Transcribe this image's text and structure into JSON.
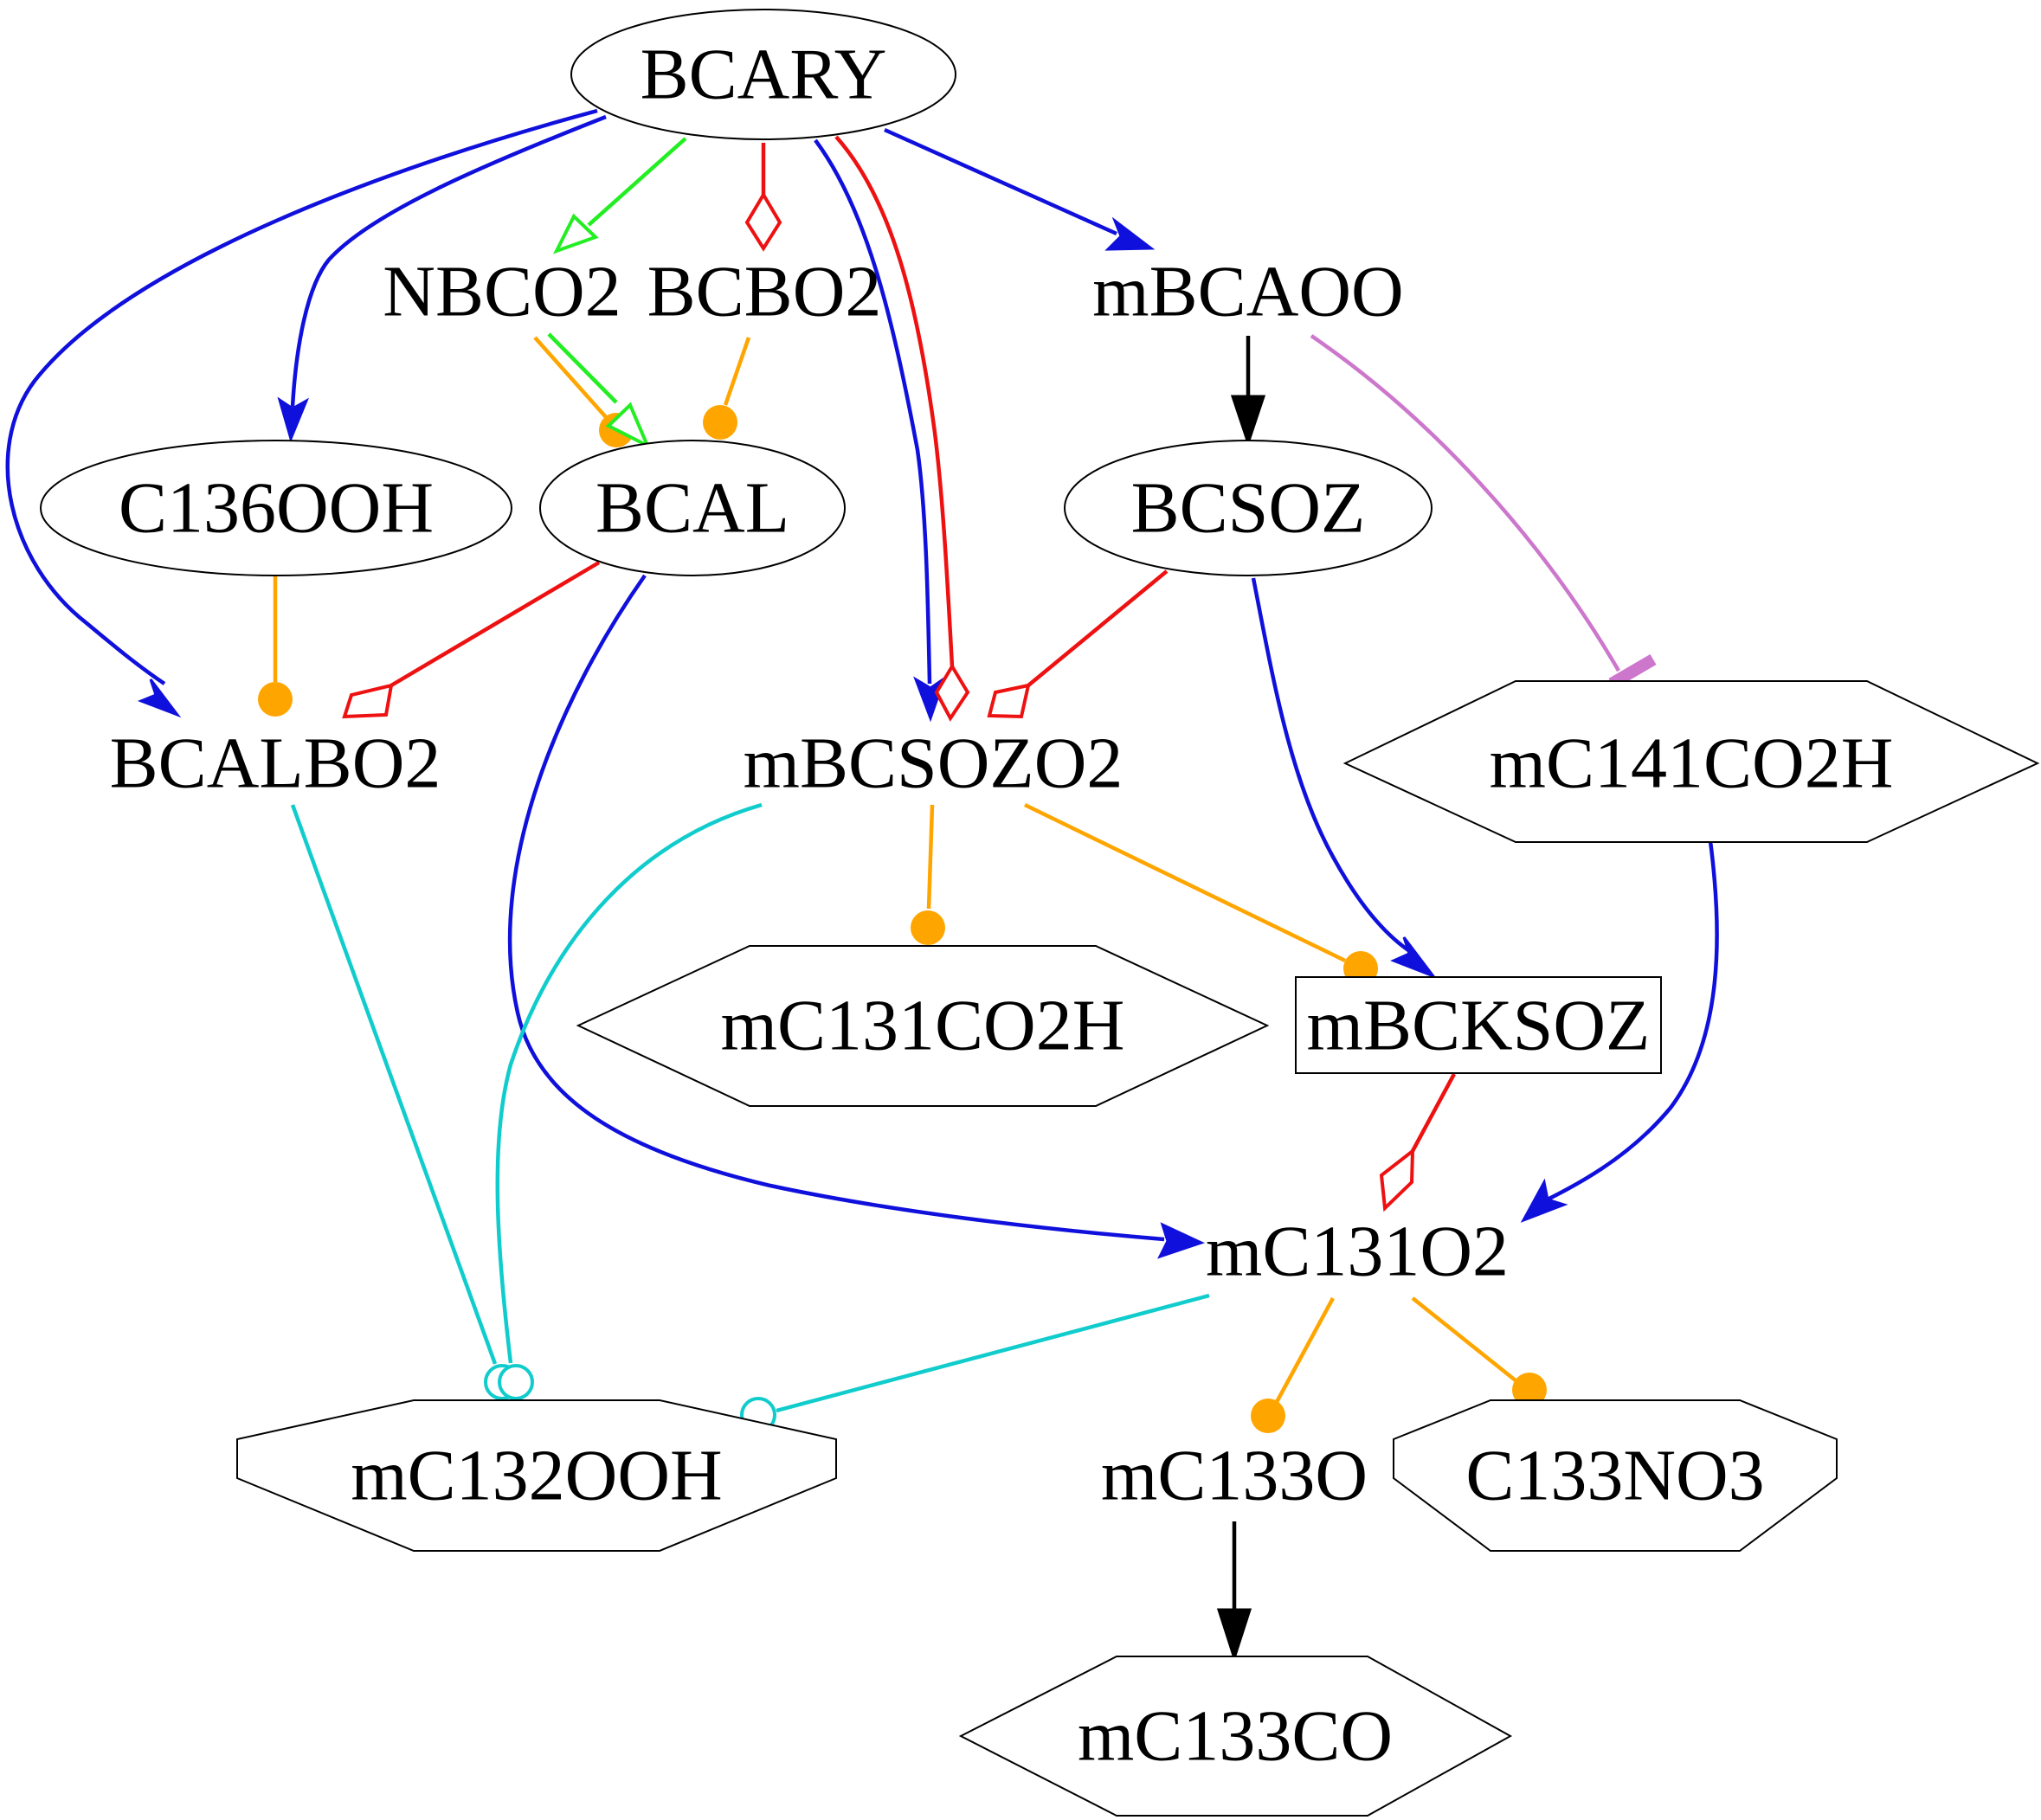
{
  "nodes": {
    "bcary": "BCARY",
    "nbco2": "NBCO2",
    "bcbo2": "BCBO2",
    "mbcaoo": "mBCAOO",
    "c136ooh": "C136OOH",
    "bcal": "BCAL",
    "bcsoz": "BCSOZ",
    "bcalbo2": "BCALBO2",
    "mbcsozo2": "mBCSOZO2",
    "mc141co2h": "mC141CO2H",
    "mc131co2h": "mC131CO2H",
    "mbcksoz": "mBCKSOZ",
    "mc131o2": "mC131O2",
    "mc132ooh": "mC132OOH",
    "mc133o": "mC133O",
    "c133no3": "C133NO3",
    "mc133co": "mC133CO"
  },
  "edges": [
    {
      "from": "BCARY",
      "to": "BCALBO2",
      "color": "#1010dd",
      "head": "vee"
    },
    {
      "from": "BCARY",
      "to": "C136OOH",
      "color": "#1010dd",
      "head": "vee"
    },
    {
      "from": "BCARY",
      "to": "NBCO2",
      "color": "#22ee22",
      "head": "empty-triangle"
    },
    {
      "from": "BCARY",
      "to": "BCBO2",
      "color": "#ee1111",
      "head": "empty-diamond"
    },
    {
      "from": "BCARY",
      "to": "mBCSOZO2",
      "color": "#1010dd",
      "head": "vee"
    },
    {
      "from": "BCARY",
      "to": "mBCSOZO2",
      "color": "#ee1111",
      "head": "empty-diamond"
    },
    {
      "from": "BCARY",
      "to": "mBCAOO",
      "color": "#1010dd",
      "head": "vee"
    },
    {
      "from": "NBCO2",
      "to": "BCAL",
      "color": "#ffa500",
      "head": "dot"
    },
    {
      "from": "NBCO2",
      "to": "BCAL",
      "color": "#22ee22",
      "head": "empty-triangle"
    },
    {
      "from": "BCBO2",
      "to": "BCAL",
      "color": "#ffa500",
      "head": "dot"
    },
    {
      "from": "mBCAOO",
      "to": "BCSOZ",
      "color": "#000000",
      "head": "normal"
    },
    {
      "from": "mBCAOO",
      "to": "mC141CO2H",
      "color": "#cc77cc",
      "head": "tee"
    },
    {
      "from": "C136OOH",
      "to": "BCALBO2",
      "color": "#ffa500",
      "head": "dot"
    },
    {
      "from": "BCAL",
      "to": "BCALBO2",
      "color": "#ee1111",
      "head": "empty-diamond"
    },
    {
      "from": "BCAL",
      "to": "mC131O2",
      "color": "#1010dd",
      "head": "vee"
    },
    {
      "from": "BCSOZ",
      "to": "mBCSOZO2",
      "color": "#ee1111",
      "head": "empty-diamond"
    },
    {
      "from": "BCSOZ",
      "to": "mBCKSOZ",
      "color": "#1010dd",
      "head": "vee"
    },
    {
      "from": "BCALBO2",
      "to": "mC132OOH",
      "color": "#11cccc",
      "head": "odot"
    },
    {
      "from": "mBCSOZO2",
      "to": "mC132OOH",
      "color": "#11cccc",
      "head": "odot"
    },
    {
      "from": "mBCSOZO2",
      "to": "mC131CO2H",
      "color": "#ffa500",
      "head": "dot"
    },
    {
      "from": "mBCSOZO2",
      "to": "mBCKSOZ",
      "color": "#ffa500",
      "head": "dot"
    },
    {
      "from": "mC141CO2H",
      "to": "mC131O2",
      "color": "#1010dd",
      "head": "vee"
    },
    {
      "from": "mBCKSOZ",
      "to": "mC131O2",
      "color": "#ee1111",
      "head": "empty-diamond"
    },
    {
      "from": "mC131O2",
      "to": "mC132OOH",
      "color": "#11cccc",
      "head": "odot"
    },
    {
      "from": "mC131O2",
      "to": "mC133O",
      "color": "#ffa500",
      "head": "dot"
    },
    {
      "from": "mC131O2",
      "to": "C133NO3",
      "color": "#ffa500",
      "head": "dot"
    },
    {
      "from": "mC133O",
      "to": "mC133CO",
      "color": "#000000",
      "head": "normal"
    }
  ]
}
